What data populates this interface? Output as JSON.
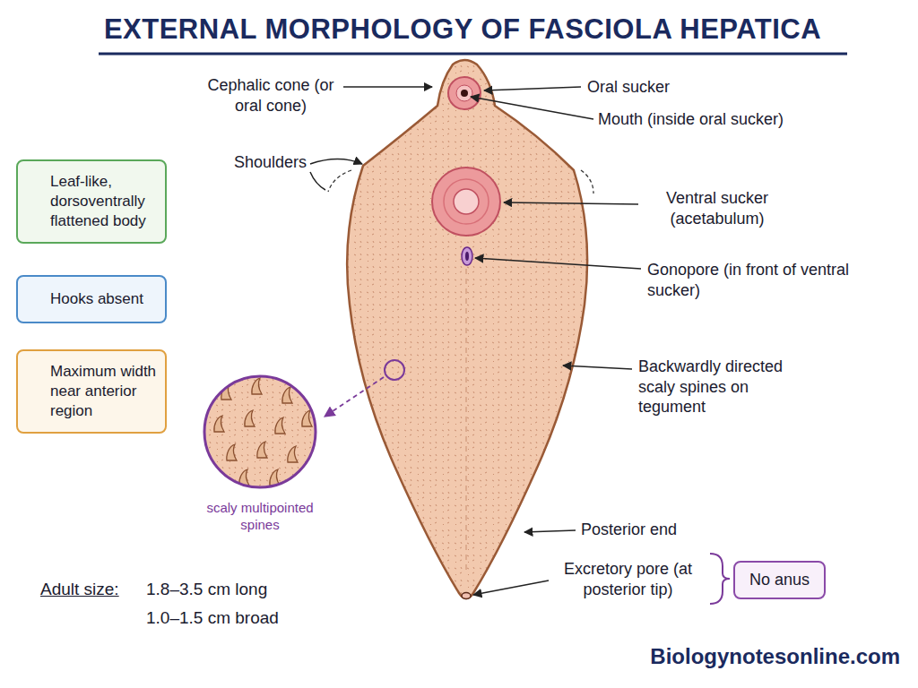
{
  "diagram": {
    "title": "EXTERNAL MORPHOLOGY OF FASCIOLA HEPATICA",
    "nodes": [
      {
        "text": [
          "Leaf-like, dorsoventrally flattened body"
        ]
      },
      {
        "text": [
          "Hooks absent"
        ]
      },
      {
        "text": [
          "Maximum width near anterior region"
        ]
      },
      {
        "text": [
          "No anus"
        ]
      }
    ],
    "labels": [
      "Cephalic cone (or oral cone)",
      "Oral sucker",
      "Mouth (inside oral sucker)",
      "Shoulders",
      "Ventral sucker (acetabulum)",
      "Gonopore (in front of ventral sucker)",
      "Backwardly directed scaly spines on tegument",
      "scaly multipointed spines",
      "Posterior end",
      "Excretory pore (at posterior tip)",
      "Adult size:",
      "1.8–3.5 cm long",
      "1.0–1.5 cm broad",
      "Biologynotesonline.com"
    ]
  }
}
